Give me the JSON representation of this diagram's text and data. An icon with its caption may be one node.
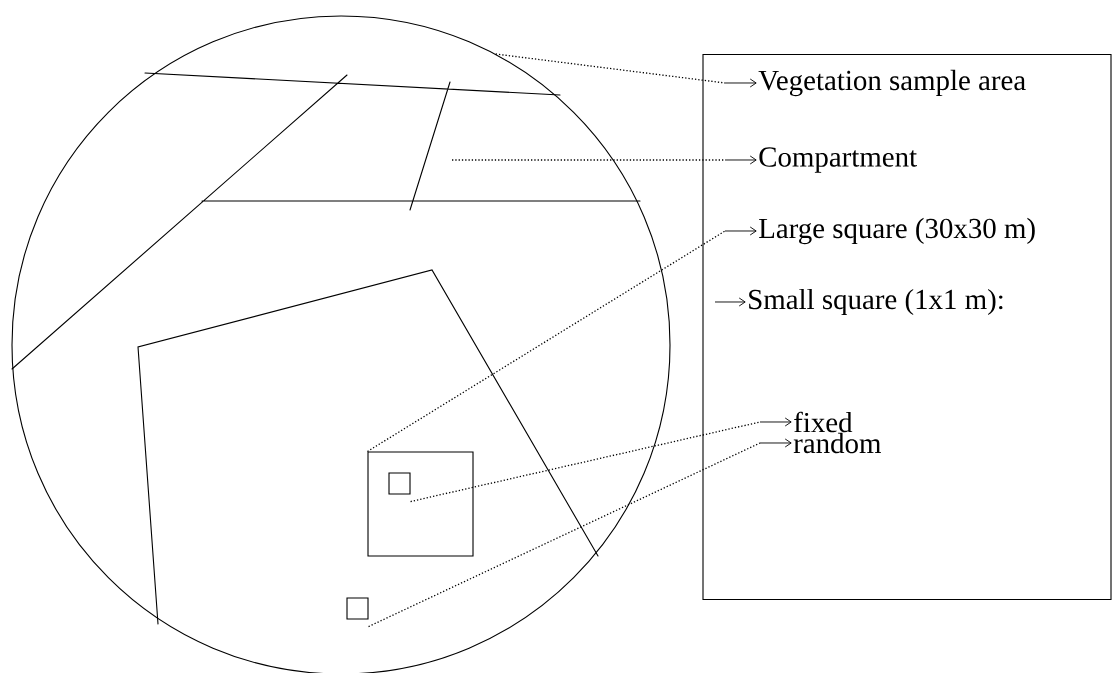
{
  "diagram": {
    "nodes": [
      {
        "text": [],
        "shape": "circle"
      },
      {
        "text": [],
        "shape": "box"
      },
      {
        "text": [
          "Vegetation sample area"
        ],
        "in": 1
      },
      {
        "text": [
          "Compartment"
        ],
        "in": 1
      },
      {
        "text": [
          "Large square (30x30 m)"
        ],
        "in": 1
      },
      {
        "text": [
          "Small square (1x1 m):"
        ],
        "in": 1
      },
      {
        "text": [
          "fixed"
        ],
        "in": 1
      },
      {
        "text": [
          "random"
        ],
        "in": 1
      },
      {
        "text": [],
        "shape": "box",
        "in": 0
      },
      {
        "text": [],
        "shape": "box",
        "in": 8
      },
      {
        "text": [],
        "shape": "box",
        "in": 0
      }
    ],
    "edges": [
      {
        "from": 0,
        "to": 2,
        "arrow": "to",
        "style": "dashed"
      },
      {
        "from": null,
        "to": 3,
        "arrow": "to",
        "style": "dashed"
      },
      {
        "from": 8,
        "to": 4,
        "arrow": "to",
        "style": "dashed"
      },
      {
        "from": null,
        "to": 5,
        "arrow": "to"
      },
      {
        "from": 9,
        "to": 6,
        "arrow": "to",
        "style": "dashed"
      },
      {
        "from": 10,
        "to": 7,
        "arrow": "to",
        "style": "dashed"
      }
    ]
  }
}
